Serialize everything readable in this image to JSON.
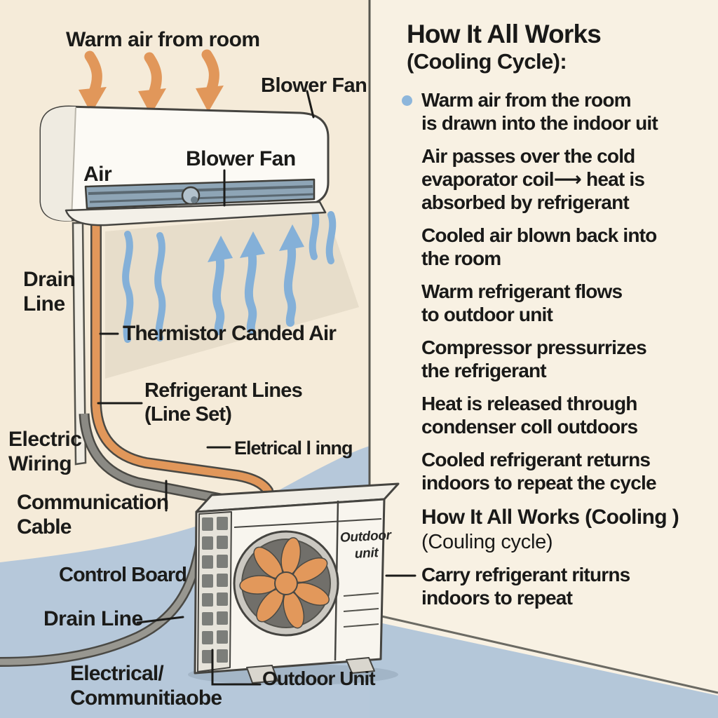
{
  "colors": {
    "wall_left": "#f5ebd9",
    "wall_right": "#f8f1e3",
    "floor_blue": "#b6c8da",
    "warm_arrow_orange": "#e1975a",
    "cool_arrow_blue": "#84b0d8",
    "pipe_orange": "#e1975a",
    "pipe_gray": "#8b8a84",
    "text_dark": "#1b1b19",
    "bullet_blue": "#8db6db"
  },
  "diagram": {
    "labels": {
      "warm_air": "Warm air from room",
      "blower_fan_top": "Blower Fan",
      "air": "Air",
      "blower_fan_inner": "Blower Fan",
      "drain_line_top": "Drain\nLine",
      "thermistor": "Thermistor",
      "canded_air": "Canded Air",
      "refrigerant_lines": "Refrigerant Lines\n(Line Set)",
      "electric_wiring": "Electric\nWiring",
      "eletrical_linng": "Eletrical l inng",
      "communication_cable": "Communication\nCable",
      "control_board": "Control Board",
      "drain_line_bottom": "Drain Line",
      "electrical_comm": "Electrical/\nCommunitiaobe",
      "outdoor_unit_label": "Outdoor Unit",
      "outdoor_unit_on_unit": "Outdoor\nunit"
    }
  },
  "panel": {
    "title_line1": "How It All Works",
    "title_line2": "(Cooling Cycle):",
    "items": [
      [
        "Warm air from the room",
        "is drawn into the indoor uit"
      ],
      [
        "Air passes over the cold",
        "evaporator coil⟶ heat is",
        "absorbed by refrigerant"
      ],
      [
        "Cooled air blown back into",
        "the room"
      ],
      [
        "Warm refrigerant flows",
        "to outdoor unit"
      ],
      [
        "Compressor pressurrizes",
        "the refrigerant"
      ],
      [
        "Heat is released through",
        "condenser coll outdoors"
      ],
      [
        "Cooled refrigerant returns",
        "indoors to repeat the cycle"
      ]
    ],
    "subheading": "How It All Works (Cooling )",
    "subnote": "(Couling cycle)",
    "last_item": [
      "Carry refrigerant riturns",
      "indoors to repeat"
    ]
  }
}
